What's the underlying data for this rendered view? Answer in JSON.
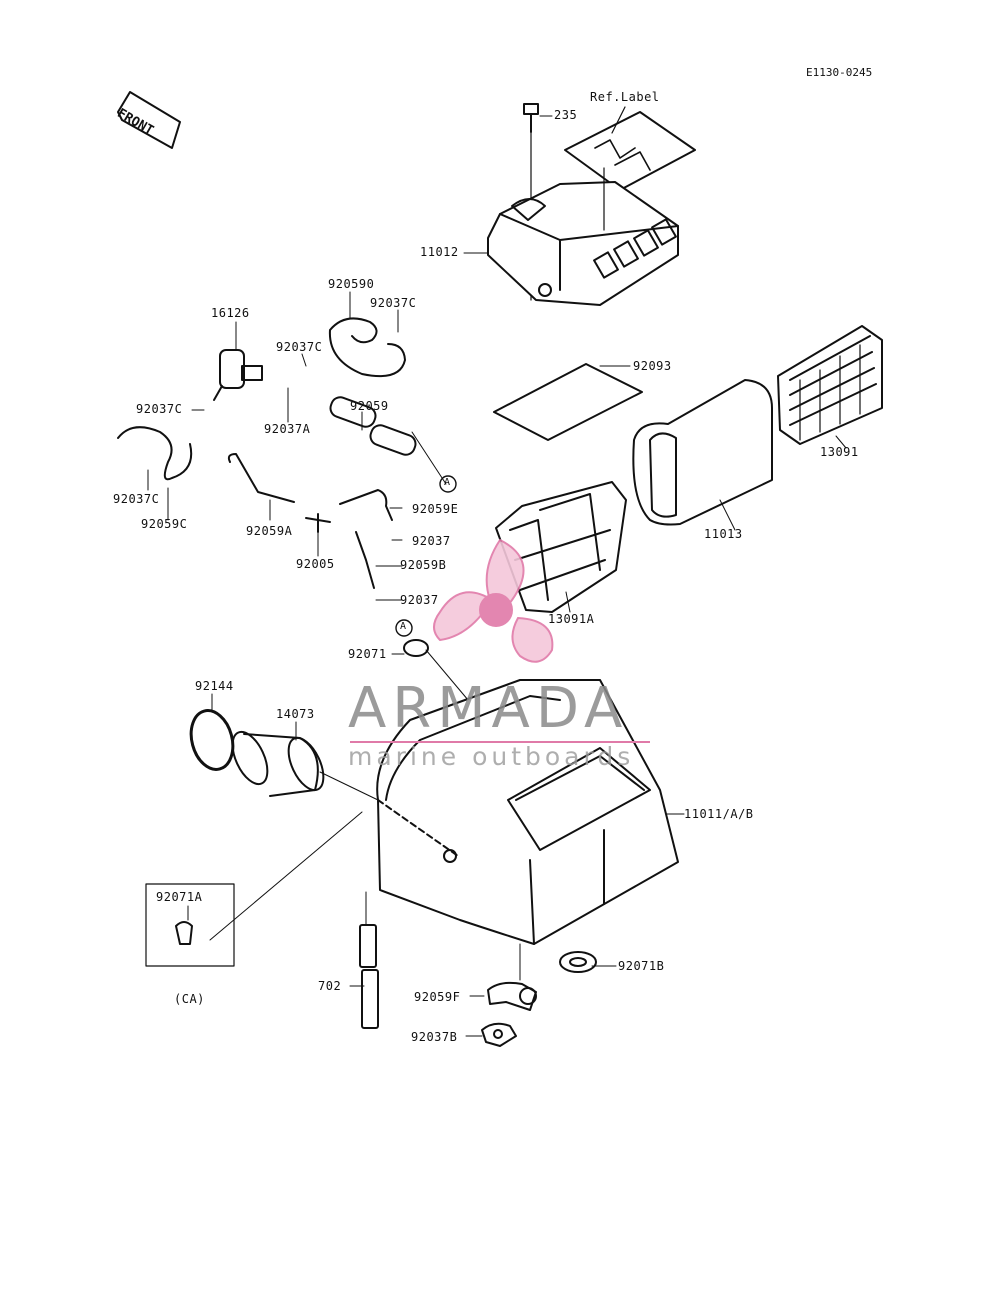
{
  "diagram": {
    "code": "E1130-0245",
    "front_label": "FRONT",
    "ref_label": "Ref.Label",
    "parts": {
      "p235": "235",
      "p11012": "11012",
      "p16126": "16126",
      "p920590": "920590",
      "p92037c_a": "92037C",
      "p92037c_b": "92037C",
      "p92037c_c": "92037C",
      "p92037c_d": "92037C",
      "p92037a": "92037A",
      "p92059": "92059",
      "p92059c": "92059C",
      "p92059a": "92059A",
      "p92059e": "92059E",
      "p92037_a": "92037",
      "p92037_b": "92037",
      "p92005": "92005",
      "p92059b": "92059B",
      "p92093": "92093",
      "p13091": "13091",
      "p11013": "11013",
      "p13091a": "13091A",
      "p92071": "92071",
      "p92144": "92144",
      "p14073": "14073",
      "p11011": "11011/A/B",
      "p92071a": "92071A",
      "p_ca": "(CA)",
      "p702": "702",
      "p92059f": "92059F",
      "p92071b": "92071B",
      "p92037b": "92037B",
      "ref_a": "A"
    }
  },
  "watermark": {
    "title": "ARMADA",
    "subtitle": "marine outboards",
    "accent": "#e07aa8"
  }
}
